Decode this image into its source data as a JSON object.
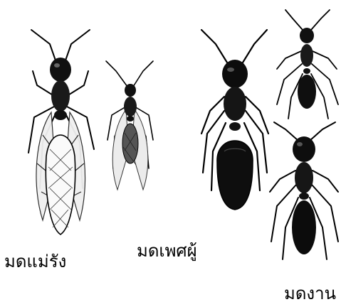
{
  "labels": {
    "queen": "มดแม่รัง",
    "male": "มดเพศผู้",
    "worker": "มดงาน"
  },
  "figures": [
    {
      "caste": "queen",
      "icon": "winged-queen-ant-icon"
    },
    {
      "caste": "male",
      "icon": "winged-male-ant-icon"
    },
    {
      "caste": "queen-dealate",
      "icon": "wingless-queen-ant-icon"
    },
    {
      "caste": "worker",
      "icon": "small-worker-ant-icon"
    },
    {
      "caste": "worker",
      "icon": "large-worker-ant-icon"
    }
  ]
}
